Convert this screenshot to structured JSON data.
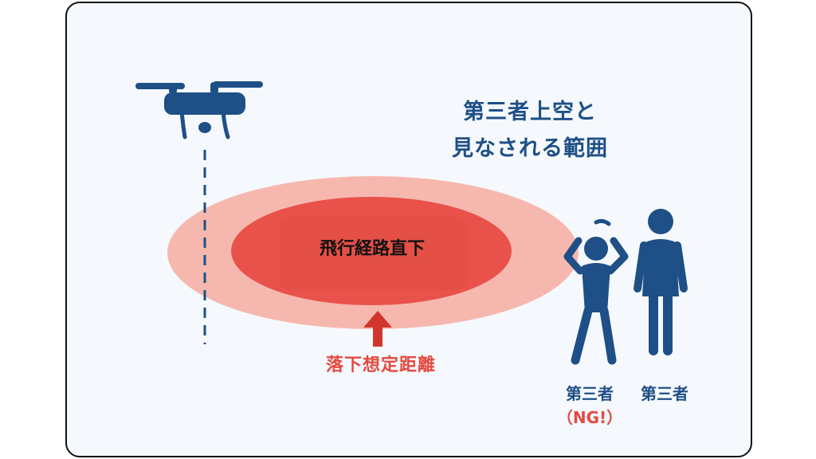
{
  "diagram": {
    "title_line1": "第三者上空と",
    "title_line2": "見なされる範囲",
    "inner_zone_label": "飛行経路直下",
    "fall_distance_label": "落下想定距離",
    "persons": [
      {
        "label": "第三者",
        "status": "（NG!）",
        "pose": "arms-raised"
      },
      {
        "label": "第三者",
        "status": "",
        "pose": "standing"
      }
    ],
    "icons": {
      "drone": "drone-icon",
      "arrow": "arrow-up-icon",
      "person_alarmed": "person-alarmed-icon",
      "person_standing": "person-standing-icon"
    },
    "colors": {
      "navy": "#1e4f86",
      "outer_zone": "#f6b8ae",
      "inner_zone": "#e8524a",
      "arrow": "#d0362e",
      "alert_text": "#e5493f",
      "background": "#f5f9fd"
    }
  }
}
